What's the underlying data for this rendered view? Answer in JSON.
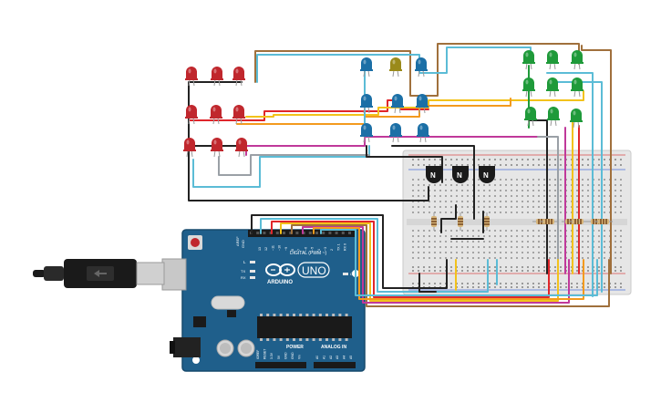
{
  "board": {
    "logo": "UNO",
    "brand": "ARDUINO",
    "digital_label": "DIGITAL (PWM ~)",
    "power_label": "POWER",
    "analog_label": "ANALOG IN",
    "on_label": "ON",
    "l_label": "L",
    "tx_label": "TX",
    "rx_label": "RX",
    "aref_label": "AREF",
    "gnd_label": "GND",
    "digital_pins": [
      "13",
      "12",
      "~11",
      "~10",
      "~9",
      "8",
      "7",
      "~6",
      "~5",
      "4",
      "~3",
      "2",
      "TX 1",
      "RX 0"
    ],
    "power_pins": [
      "IOREF",
      "RESET",
      "3.3V",
      "5V",
      "GND",
      "GND",
      "Vin"
    ],
    "analog_pins": [
      "A0",
      "A1",
      "A2",
      "A3",
      "A4",
      "A5"
    ]
  },
  "transistors": {
    "label": "N",
    "count": 3
  },
  "colors": {
    "board": "#1f5f8b",
    "board_dark": "#174a6d",
    "breadboard": "#e9e9e9",
    "led_red": "#c0272d",
    "led_blue": "#1b6fa6",
    "led_yellow": "#9a8a1a",
    "led_green": "#1f9a3a",
    "wire_black": "#222222",
    "wire_red": "#e0262b",
    "wire_yellow": "#f2c21b",
    "wire_brown": "#a0703c",
    "wire_cyan": "#5bbcd6",
    "wire_magenta": "#c0399a",
    "wire_orange": "#f39a1e",
    "wire_gray": "#9aa0a6"
  }
}
